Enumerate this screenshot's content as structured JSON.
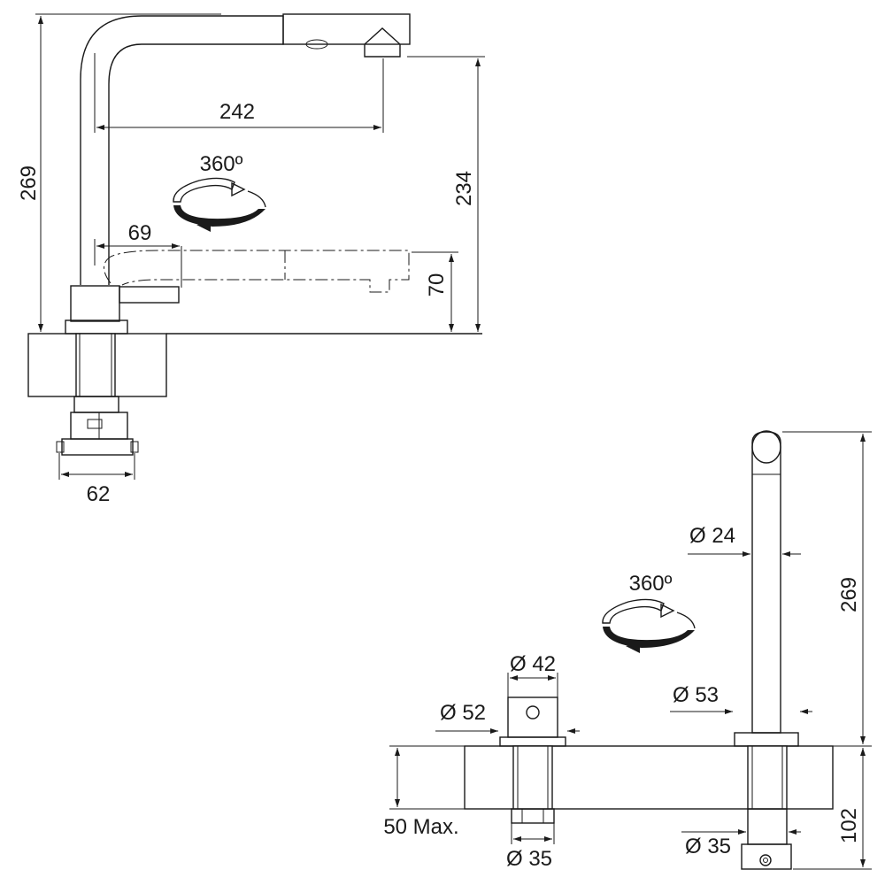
{
  "side_view": {
    "height_total": "269",
    "reach": "242",
    "rotation": "360º",
    "spout_height": "234",
    "offset": "69",
    "pull_height": "70",
    "base_width": "62"
  },
  "front_view": {
    "diameter_spout": "Ø 24",
    "rotation": "360º",
    "height_total": "269",
    "diameter_button": "Ø 42",
    "diameter_button_base": "Ø 52",
    "diameter_base": "Ø 53",
    "deck_thickness": "50 Max.",
    "diameter_shank_left": "Ø 35",
    "diameter_shank_right": "Ø 35",
    "below_deck": "102"
  }
}
